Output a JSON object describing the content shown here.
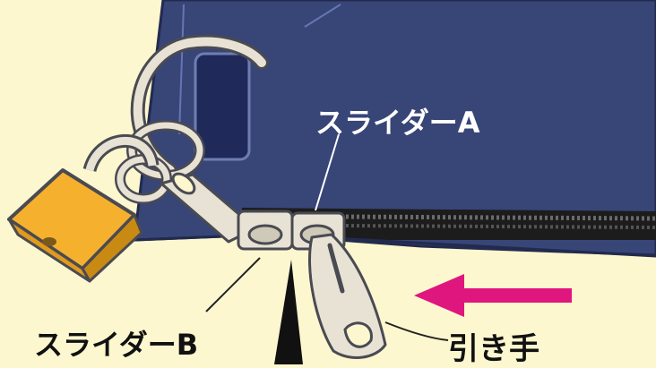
{
  "labels": {
    "slider_a": "スライダーA",
    "slider_b": "スライダーB",
    "pull_tab": "引き手"
  },
  "colors": {
    "background": "#fdf7cf",
    "bag": "#384577",
    "bag_dark": "#1f2a5b",
    "zipper": "#1c1c1c",
    "metal": "#e7e2d4",
    "outline": "#4a4a52",
    "lock": "#f5b12e",
    "arrow": "#e0167f"
  },
  "icons": {
    "padlock": "padlock-icon",
    "arrow": "arrow-left-icon"
  }
}
